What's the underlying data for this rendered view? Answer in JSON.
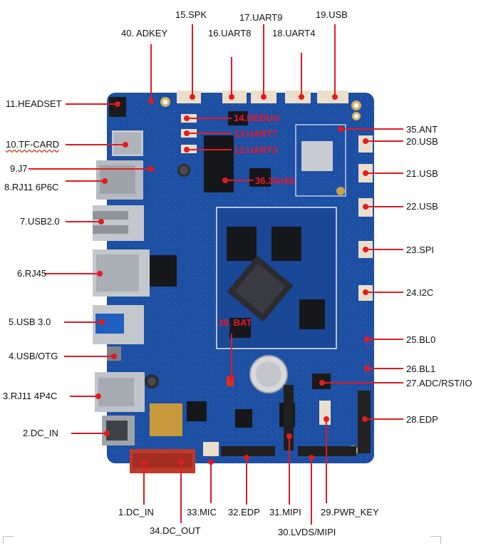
{
  "labels": {
    "l1": "1.DC_IN",
    "l2": "2.DC_IN",
    "l3": "3.RJ11 4P4C",
    "l4": "4.USB/OTG",
    "l5": "5.USB  3.0",
    "l6": "6.RJ45",
    "l7": "7.USB2.0",
    "l8": "8.RJ11 6P6C",
    "l9": "9.J7",
    "l10": "10.TF-CARD",
    "l11": "11.HEADSET",
    "l12": "12.UART3",
    "l13": "13.UART7",
    "l14": "14.DEBUG",
    "l15": "15.SPK",
    "l16": "16.UART8",
    "l17": "17.UART9",
    "l18": "18.UART4",
    "l19": "19.USB",
    "l20": "20.USB",
    "l21": "21.USB",
    "l22": "22.USB",
    "l23": "23.SPI",
    "l24": "24.I2C",
    "l25": "25.BL0",
    "l26": "26.BL1",
    "l27": "27.ADC/RST/IO",
    "l28": "28.EDP",
    "l29": "29.PWR_KEY",
    "l30": "30.LVDS/MIPI",
    "l31": "31.MIPI",
    "l32": "32.EDP",
    "l33": "33.MIC",
    "l34": "34.DC_OUT",
    "l35": "35.ANT",
    "l36": "36.3G/4G",
    "l39": "39. BAT",
    "l40": "40. ADKEY"
  },
  "colors": {
    "board": "#1d4fa3",
    "board_dark": "#163e86",
    "leader": "#e11b22",
    "dot": "#e11b22",
    "red_text": "#e8182a",
    "metal": "#c9ccd1",
    "connector": "#eadfca"
  }
}
